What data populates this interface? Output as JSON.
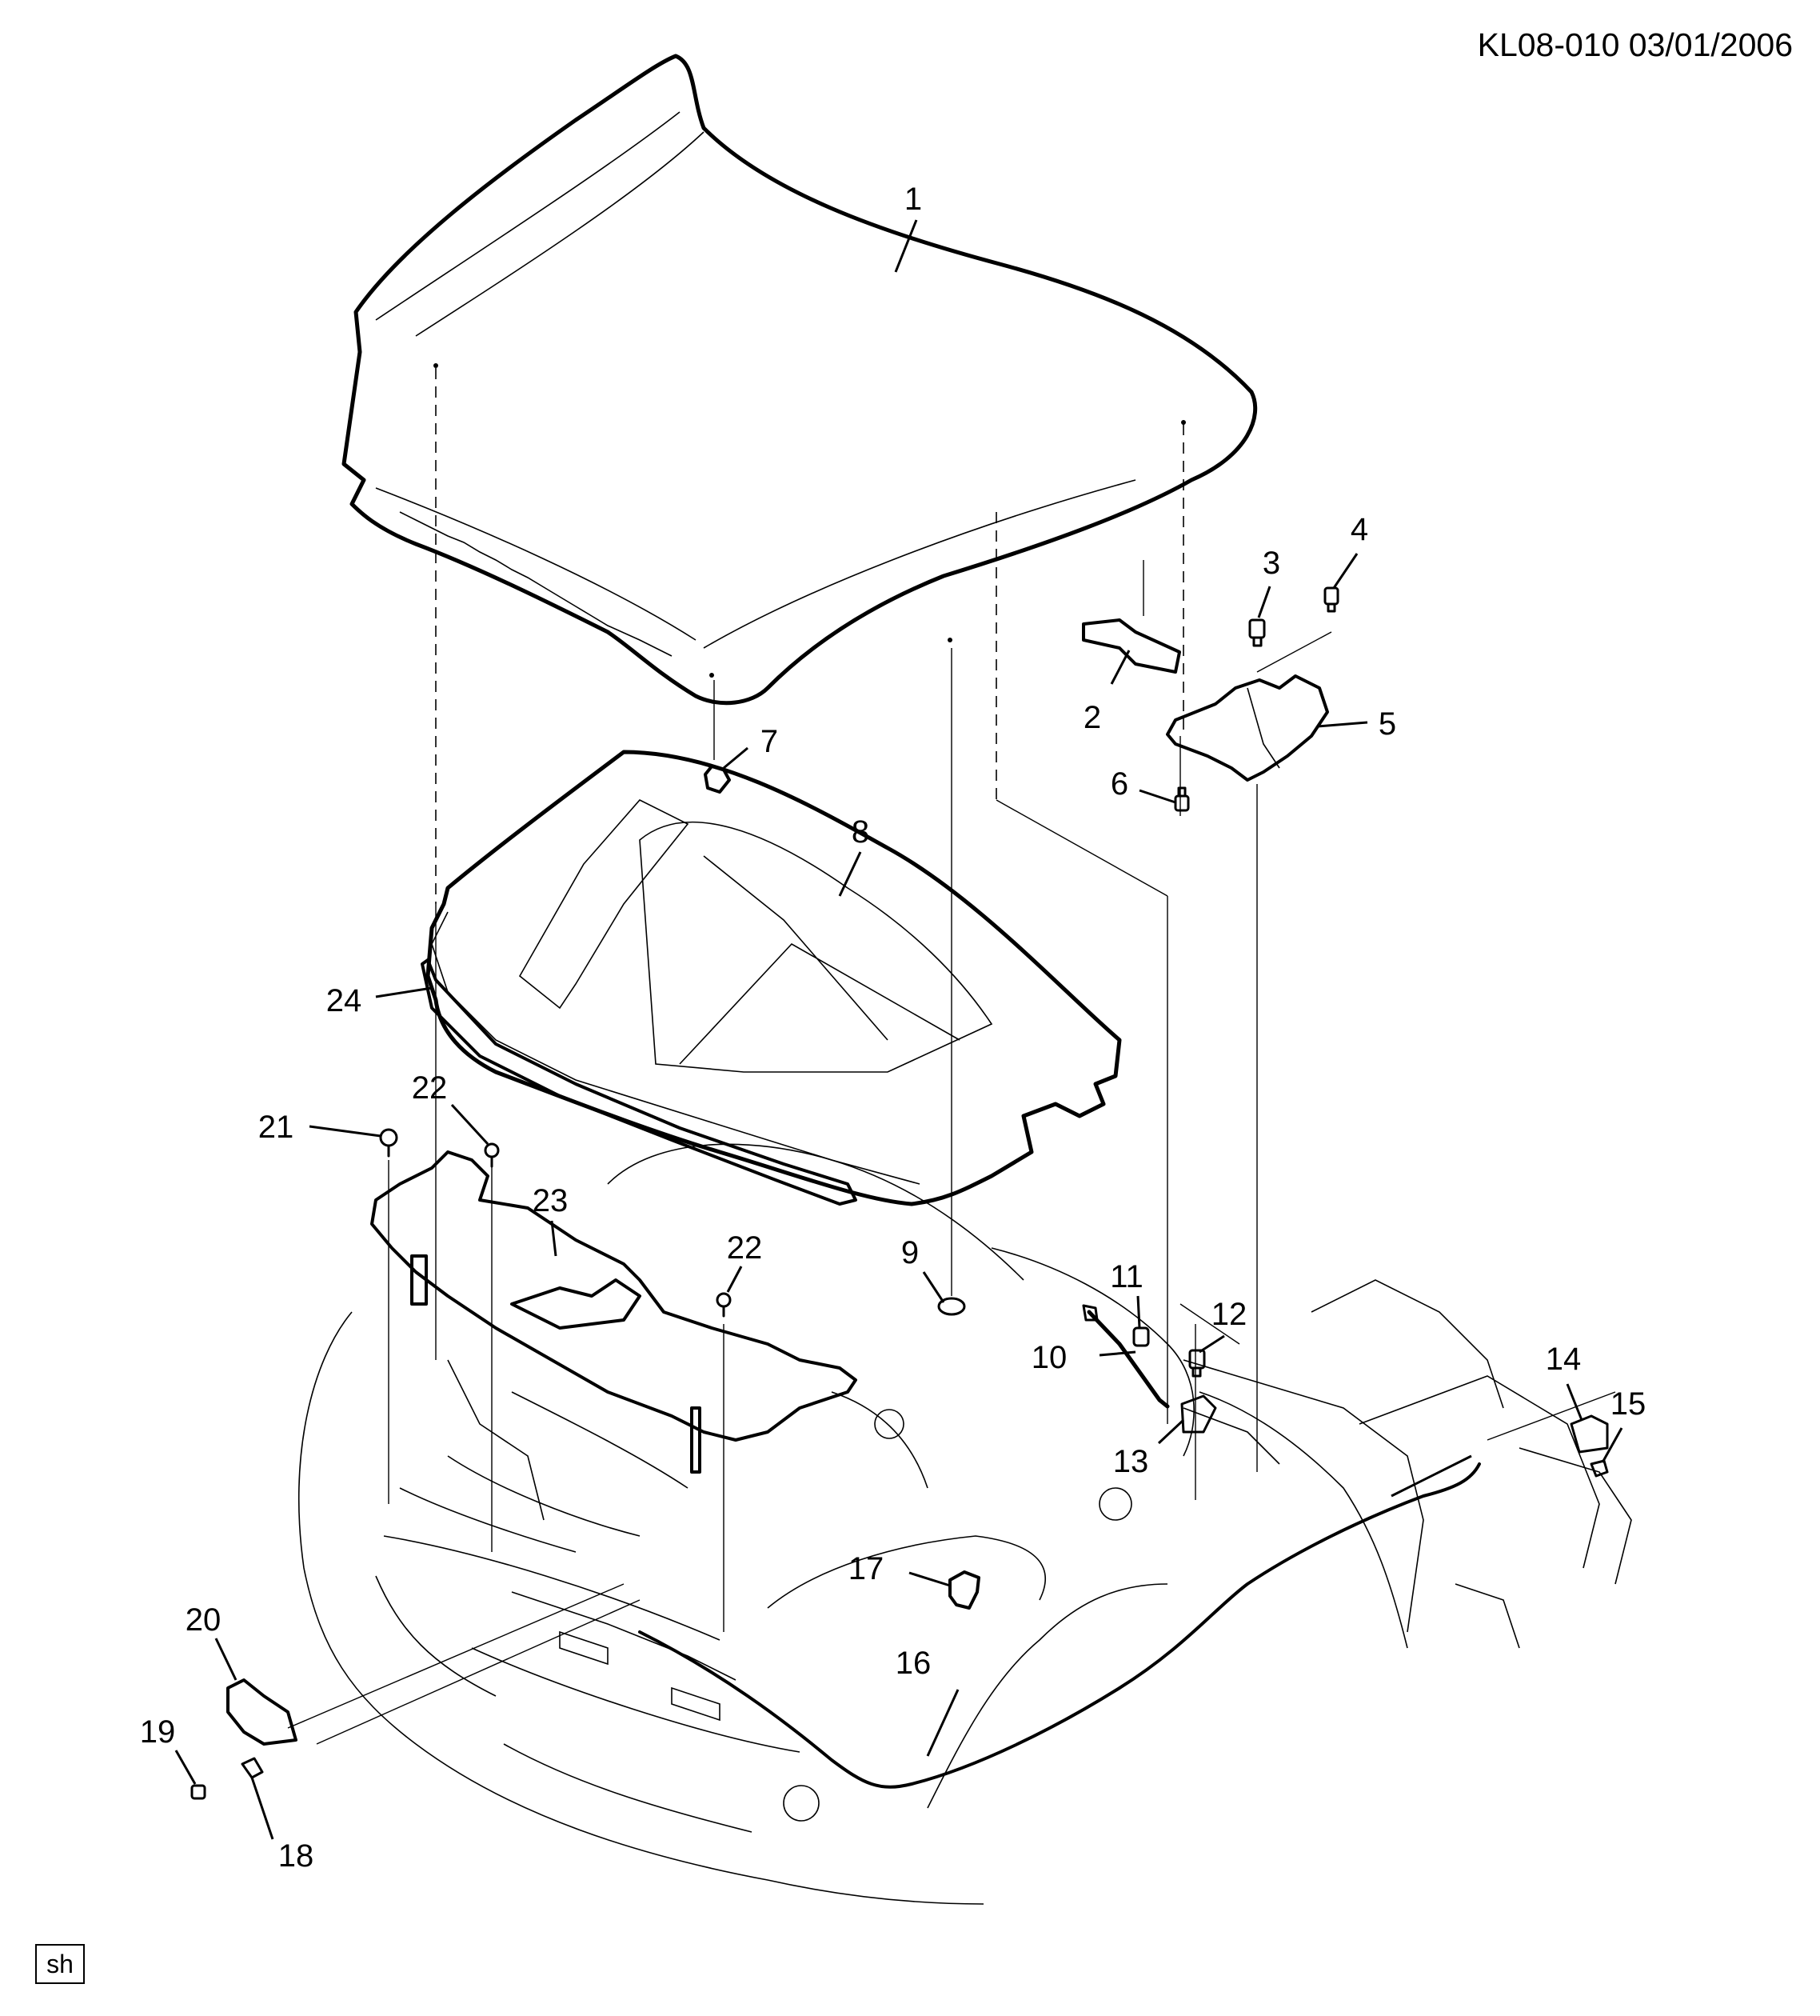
{
  "header": {
    "ref_code": "KL08-010  03/01/2006"
  },
  "footer": {
    "tag": "sh"
  },
  "callouts": [
    {
      "id": "1",
      "label": "1"
    },
    {
      "id": "2",
      "label": "2"
    },
    {
      "id": "3",
      "label": "3"
    },
    {
      "id": "4",
      "label": "4"
    },
    {
      "id": "5",
      "label": "5"
    },
    {
      "id": "6",
      "label": "6"
    },
    {
      "id": "7",
      "label": "7"
    },
    {
      "id": "8",
      "label": "8"
    },
    {
      "id": "9",
      "label": "9"
    },
    {
      "id": "10",
      "label": "10"
    },
    {
      "id": "11",
      "label": "11"
    },
    {
      "id": "12",
      "label": "12"
    },
    {
      "id": "13",
      "label": "13"
    },
    {
      "id": "14",
      "label": "14"
    },
    {
      "id": "15",
      "label": "15"
    },
    {
      "id": "16",
      "label": "16"
    },
    {
      "id": "17",
      "label": "17"
    },
    {
      "id": "18",
      "label": "18"
    },
    {
      "id": "19",
      "label": "19"
    },
    {
      "id": "20",
      "label": "20"
    },
    {
      "id": "21",
      "label": "21"
    },
    {
      "id": "22a",
      "label": "22"
    },
    {
      "id": "22b",
      "label": "22"
    },
    {
      "id": "23",
      "label": "23"
    },
    {
      "id": "24",
      "label": "24"
    }
  ]
}
